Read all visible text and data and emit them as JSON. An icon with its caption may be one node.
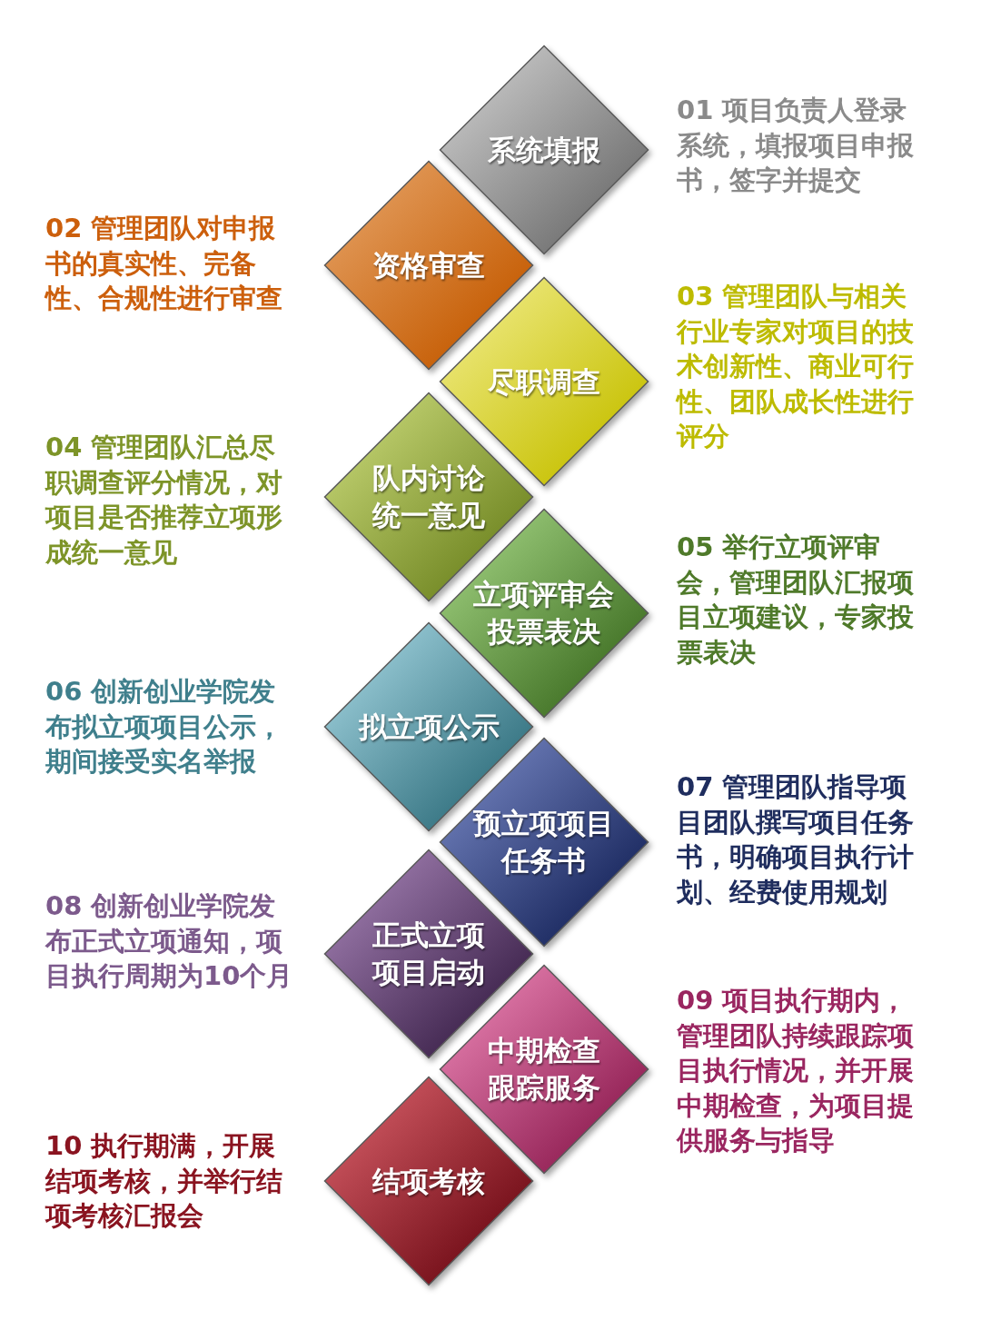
{
  "diagram": {
    "nodes": [
      {
        "text": [
          "系统填报"
        ],
        "beside": [
          "01 项目负责人登录系统，填报项目申报书，签字并提交"
        ]
      },
      {
        "text": [
          "资格审查"
        ],
        "beside": [
          "02 管理团队对申报书的真实性、完备性、合规性进行审查"
        ]
      },
      {
        "text": [
          "尽职调查"
        ],
        "beside": [
          "03 管理团队与相关行业专家对项目的技术创新性、商业可行性、团队成长性进行评分"
        ]
      },
      {
        "text": [
          "队内讨论统一意见"
        ],
        "beside": [
          "04 管理团队汇总尽职调查评分情况，对项目是否推荐立项形成统一意见"
        ]
      },
      {
        "text": [
          "立项评审会投票表决"
        ],
        "beside": [
          "05 举行立项评审会，管理团队汇报项目立项建议，专家投票表决"
        ]
      },
      {
        "text": [
          "拟立项公示"
        ],
        "beside": [
          "06 创新创业学院发布拟立项项目公示，期间接受实名举报"
        ]
      },
      {
        "text": [
          "预立项项目任务书"
        ],
        "beside": [
          "07 管理团队指导项目团队撰写项目任务书，明确项目执行计划、经费使用规划"
        ]
      },
      {
        "text": [
          "正式立项项目启动"
        ],
        "beside": [
          "08 创新创业学院发布正式立项通知，项目执行周期为10个月"
        ]
      },
      {
        "text": [
          "中期检查跟踪服务"
        ],
        "beside": [
          "09 项目执行期内，管理团队持续跟踪项目执行情况，并开展中期检查，为项目提供服务与指导"
        ]
      },
      {
        "text": [
          "结项考核"
        ],
        "beside": [
          "10 执行期满，开展结项考核，并举行结项考核汇报会"
        ]
      }
    ]
  }
}
